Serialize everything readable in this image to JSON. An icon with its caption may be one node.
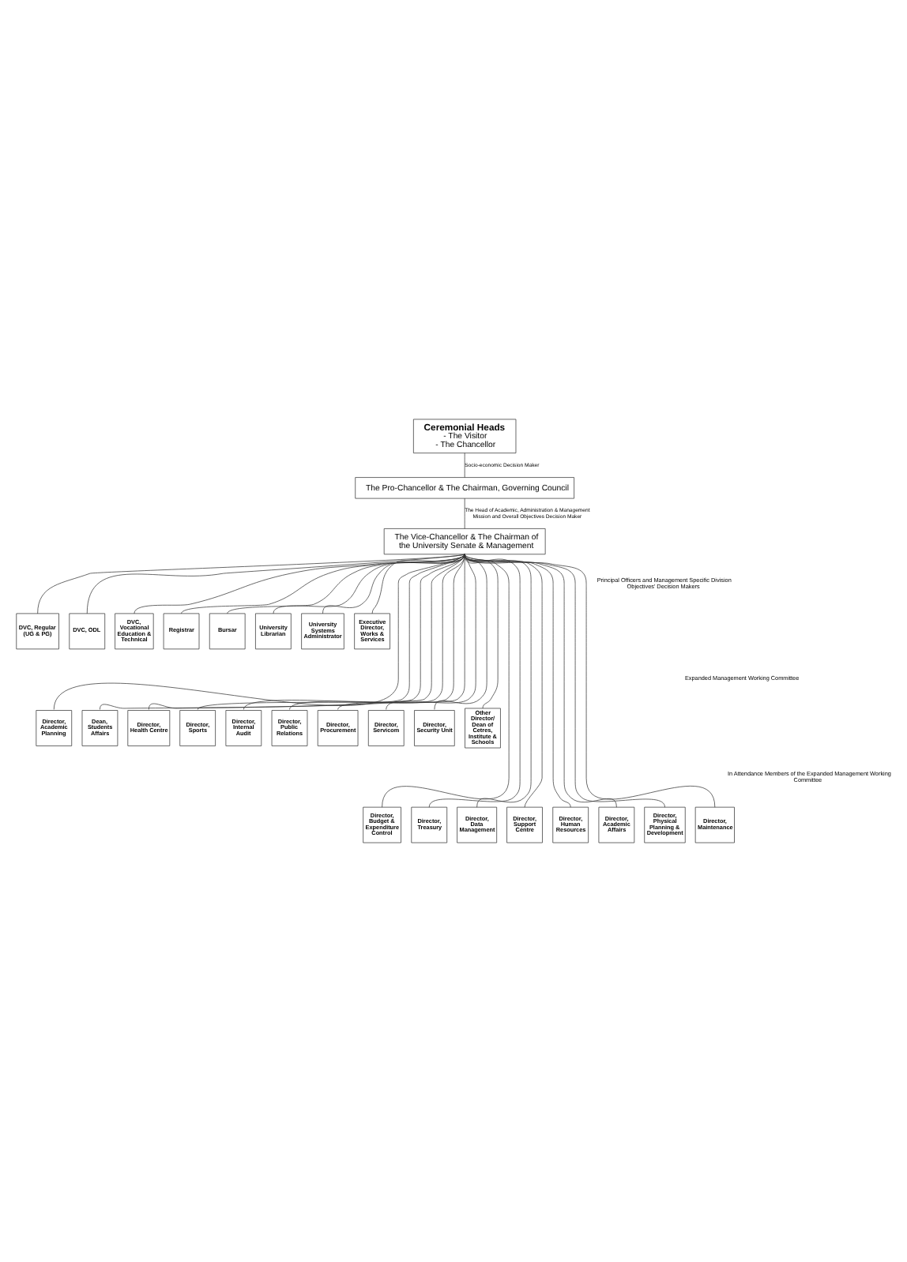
{
  "diagram": {
    "nodes": [
      {
        "text": [
          "Ceremonial Heads",
          "- The Visitor",
          "- The Chancellor"
        ]
      },
      {
        "text": [
          "The Pro-Chancellor & The Chairman, Governing Council"
        ]
      },
      {
        "text": [
          "The Vice-Chancellor & The Chairman of the University Senate & Management"
        ]
      },
      {
        "text": [
          "DVC, Regular (UG & PG)"
        ]
      },
      {
        "text": [
          "DVC, ODL"
        ]
      },
      {
        "text": [
          "DVC, Vocational Education & Technical"
        ]
      },
      {
        "text": [
          "Registrar"
        ]
      },
      {
        "text": [
          "Bursar"
        ]
      },
      {
        "text": [
          "University Librarian"
        ]
      },
      {
        "text": [
          "University Systems Administrator"
        ]
      },
      {
        "text": [
          "Executive Director, Works & Services"
        ]
      },
      {
        "text": [
          "Director, Academic Planning"
        ]
      },
      {
        "text": [
          "Dean, Students Affairs"
        ]
      },
      {
        "text": [
          "Director, Health Centre"
        ]
      },
      {
        "text": [
          "Director, Sports"
        ]
      },
      {
        "text": [
          "Director, Internal Audit"
        ]
      },
      {
        "text": [
          "Director, Public Relations"
        ]
      },
      {
        "text": [
          "Director, Procurement"
        ]
      },
      {
        "text": [
          "Director, Servicom"
        ]
      },
      {
        "text": [
          "Director, Security Unit"
        ]
      },
      {
        "text": [
          "Other Director/ Dean of Cetres, Institute & Schools"
        ]
      },
      {
        "text": [
          "Director, Budget & Expenditure Control"
        ]
      },
      {
        "text": [
          "Director, Treasury"
        ]
      },
      {
        "text": [
          "Director, Data Management"
        ]
      },
      {
        "text": [
          "Director, Support Centre"
        ]
      },
      {
        "text": [
          "Director, Human Resources"
        ]
      },
      {
        "text": [
          "Director, Academic Affairs"
        ]
      },
      {
        "text": [
          "Director, Physical Planning & Development"
        ]
      },
      {
        "text": [
          "Director, Maintenance"
        ]
      }
    ],
    "edges": [
      {
        "from": 0,
        "to": 1,
        "arrow": "none",
        "label": "Socio-economic Decision Maker"
      },
      {
        "from": 1,
        "to": 2,
        "arrow": "none",
        "label": "The Head of Academic, Administration & Management Mission and Overall Objectives Decision Maker"
      },
      {
        "from": 2,
        "to": 3,
        "arrow": "none"
      },
      {
        "from": 2,
        "to": 4,
        "arrow": "none"
      },
      {
        "from": 2,
        "to": 5,
        "arrow": "none"
      },
      {
        "from": 2,
        "to": 6,
        "arrow": "none"
      },
      {
        "from": 2,
        "to": 7,
        "arrow": "none"
      },
      {
        "from": 2,
        "to": 8,
        "arrow": "none"
      },
      {
        "from": 2,
        "to": 9,
        "arrow": "none"
      },
      {
        "from": 2,
        "to": 10,
        "arrow": "none"
      },
      {
        "from": 2,
        "to": 11,
        "arrow": "none"
      },
      {
        "from": 2,
        "to": 12,
        "arrow": "none"
      },
      {
        "from": 2,
        "to": 13,
        "arrow": "none"
      },
      {
        "from": 2,
        "to": 14,
        "arrow": "none"
      },
      {
        "from": 2,
        "to": 15,
        "arrow": "none"
      },
      {
        "from": 2,
        "to": 16,
        "arrow": "none"
      },
      {
        "from": 2,
        "to": 17,
        "arrow": "none"
      },
      {
        "from": 2,
        "to": 18,
        "arrow": "none"
      },
      {
        "from": 2,
        "to": 19,
        "arrow": "none"
      },
      {
        "from": 2,
        "to": 20,
        "arrow": "none"
      },
      {
        "from": 2,
        "to": 21,
        "arrow": "none"
      },
      {
        "from": 2,
        "to": 22,
        "arrow": "none"
      },
      {
        "from": 2,
        "to": 23,
        "arrow": "none"
      },
      {
        "from": 2,
        "to": 24,
        "arrow": "none"
      },
      {
        "from": 2,
        "to": 25,
        "arrow": "none"
      },
      {
        "from": 2,
        "to": 26,
        "arrow": "none"
      },
      {
        "from": 2,
        "to": 27,
        "arrow": "none"
      },
      {
        "from": 2,
        "to": 28,
        "arrow": "none"
      }
    ],
    "labels": [
      "Principal Officers and Management Specific Division Objectives' Decision Makers",
      "Expanded Management Working Committee",
      "In Attendance Members of the Expanded Management Working Committee"
    ]
  }
}
